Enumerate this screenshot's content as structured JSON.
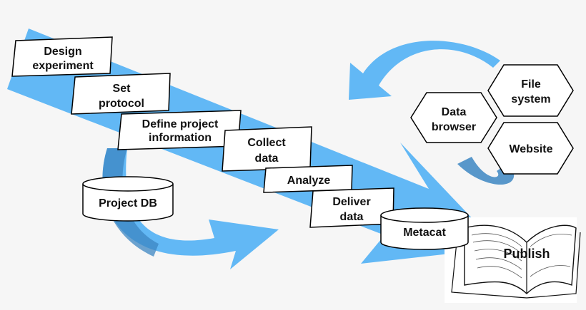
{
  "colors": {
    "background": "#f6f6f6",
    "arrow_light": "#62b8f5",
    "arrow_dark": "#3c86c2",
    "box_fill": "#ffffff",
    "box_stroke": "#000000"
  },
  "workflow_steps": [
    {
      "line1": "Design",
      "line2": "experiment"
    },
    {
      "line1": "Set",
      "line2": "protocol"
    },
    {
      "line1": "Define project",
      "line2": "information"
    },
    {
      "line1": "Collect",
      "line2": "data"
    },
    {
      "line1": "Analyze",
      "line2": ""
    },
    {
      "line1": "Deliver",
      "line2": "data"
    }
  ],
  "databases": {
    "project_db": "Project DB",
    "metacat": "Metacat"
  },
  "outputs": {
    "data_browser": {
      "line1": "Data",
      "line2": "browser"
    },
    "file_system": {
      "line1": "File",
      "line2": "system"
    },
    "website": {
      "line1": "Website",
      "line2": ""
    },
    "publish": "Publish"
  }
}
